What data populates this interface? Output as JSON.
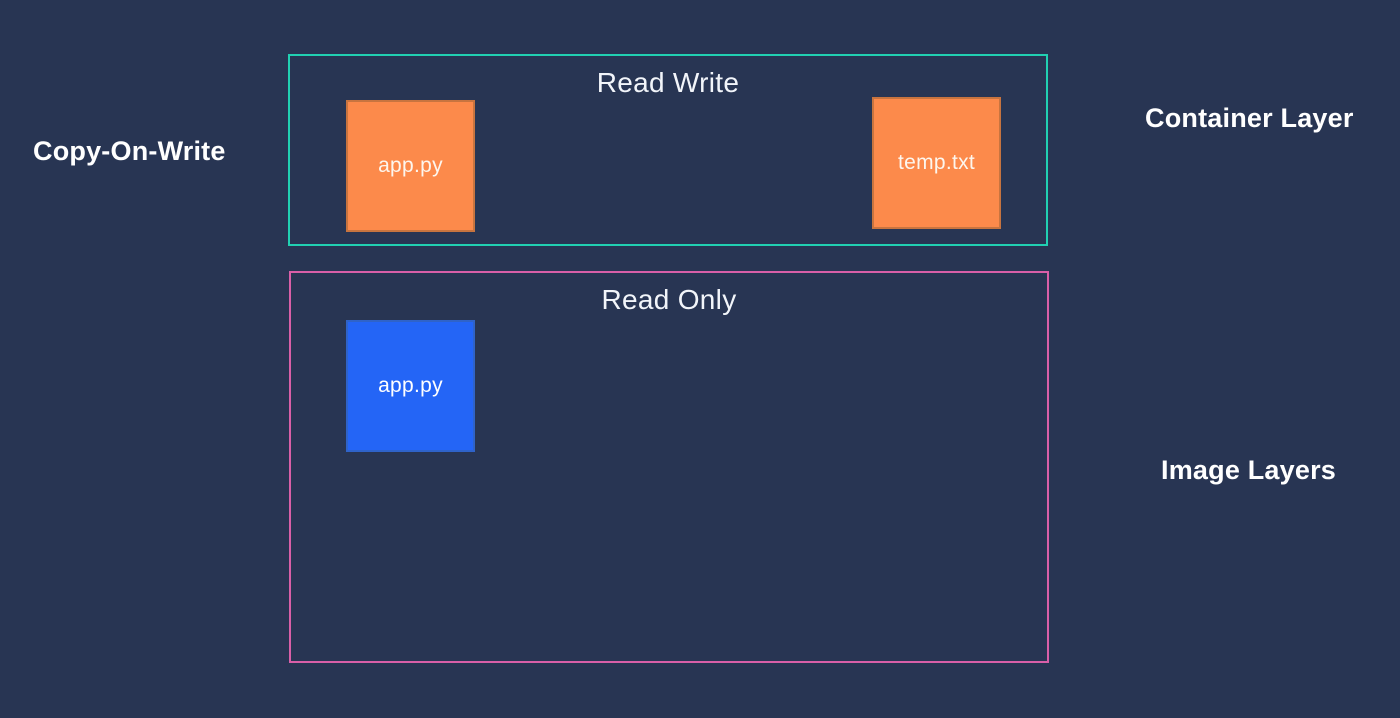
{
  "diagram": {
    "title": "Copy-On-Write",
    "background_color": "#283553",
    "side_labels": {
      "left": "Copy-On-Write",
      "container_layer": "Container Layer",
      "image_layers": "Image Layers"
    },
    "layers": [
      {
        "id": "read-write",
        "title": "Read Write",
        "border_color": "#21D0B2",
        "files": [
          {
            "name": "app.py",
            "fill_color": "#FC8A4B",
            "border_color": "#C8743F"
          },
          {
            "name": "temp.txt",
            "fill_color": "#FC8A4B",
            "border_color": "#C8743F"
          }
        ]
      },
      {
        "id": "read-only",
        "title": "Read Only",
        "border_color": "#D95FA8",
        "files": [
          {
            "name": "app.py",
            "fill_color": "#2465F6",
            "border_color": "#2F63C9"
          }
        ]
      }
    ]
  }
}
